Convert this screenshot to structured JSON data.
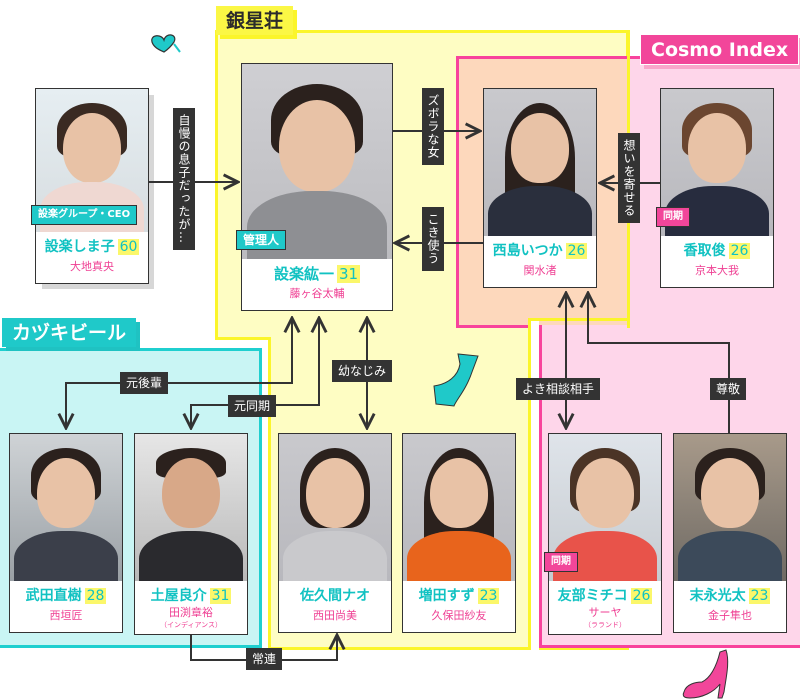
{
  "groups": {
    "ginsei": {
      "title": "銀星荘",
      "color": "#fbf52a"
    },
    "cosmo": {
      "title": "Cosmo Index",
      "color": "#f8439c"
    },
    "katsuki": {
      "title": "カヅキビール",
      "color": "#1fcfcf"
    }
  },
  "characters": [
    {
      "id": "shimako",
      "name": "設楽しま子",
      "age": "60",
      "actor": "大地真央",
      "badge": "設楽グループ・CEO"
    },
    {
      "id": "koichi",
      "name": "設楽紘一",
      "age": "31",
      "actor": "藤ヶ谷太輔",
      "badge": "管理人"
    },
    {
      "id": "itsuka",
      "name": "西島いつか",
      "age": "26",
      "actor": "関水渚"
    },
    {
      "id": "shun",
      "name": "香取俊",
      "age": "26",
      "actor": "京本大我",
      "badge": "同期"
    },
    {
      "id": "naoki",
      "name": "武田直樹",
      "age": "28",
      "actor": "西垣匠"
    },
    {
      "id": "ryosuke",
      "name": "土屋良介",
      "age": "31",
      "actor": "田渕章裕",
      "actor_sub": "（インディアンス）"
    },
    {
      "id": "nao",
      "name": "佐久間ナオ",
      "age": "",
      "actor": "西田尚美"
    },
    {
      "id": "suzu",
      "name": "増田すず",
      "age": "23",
      "actor": "久保田紗友"
    },
    {
      "id": "michiko",
      "name": "友部ミチコ",
      "age": "26",
      "actor": "サーヤ",
      "actor_sub": "（ラランド）",
      "badge": "同期"
    },
    {
      "id": "kota",
      "name": "末永光太",
      "age": "23",
      "actor": "金子隼也"
    }
  ],
  "relations": [
    {
      "from": "shimako",
      "to": "koichi",
      "label": "自慢の息子だったが…"
    },
    {
      "from": "koichi",
      "to": "itsuka",
      "label": "ズボラな女"
    },
    {
      "from": "itsuka",
      "to": "koichi",
      "label": "こき使う"
    },
    {
      "from": "shun",
      "to": "itsuka",
      "label": "想いを寄せる"
    },
    {
      "from": "koichi",
      "to": "naoki",
      "label": "元後輩"
    },
    {
      "from": "koichi",
      "to": "ryosuke",
      "label": "元同期"
    },
    {
      "from": "koichi",
      "to": "nao",
      "label": "幼なじみ"
    },
    {
      "from": "ryosuke",
      "to": "nao",
      "label": "常連"
    },
    {
      "from": "itsuka",
      "to": "michiko",
      "label": "よき相談相手"
    },
    {
      "from": "kota",
      "to": "itsuka",
      "label": "尊敬"
    }
  ]
}
